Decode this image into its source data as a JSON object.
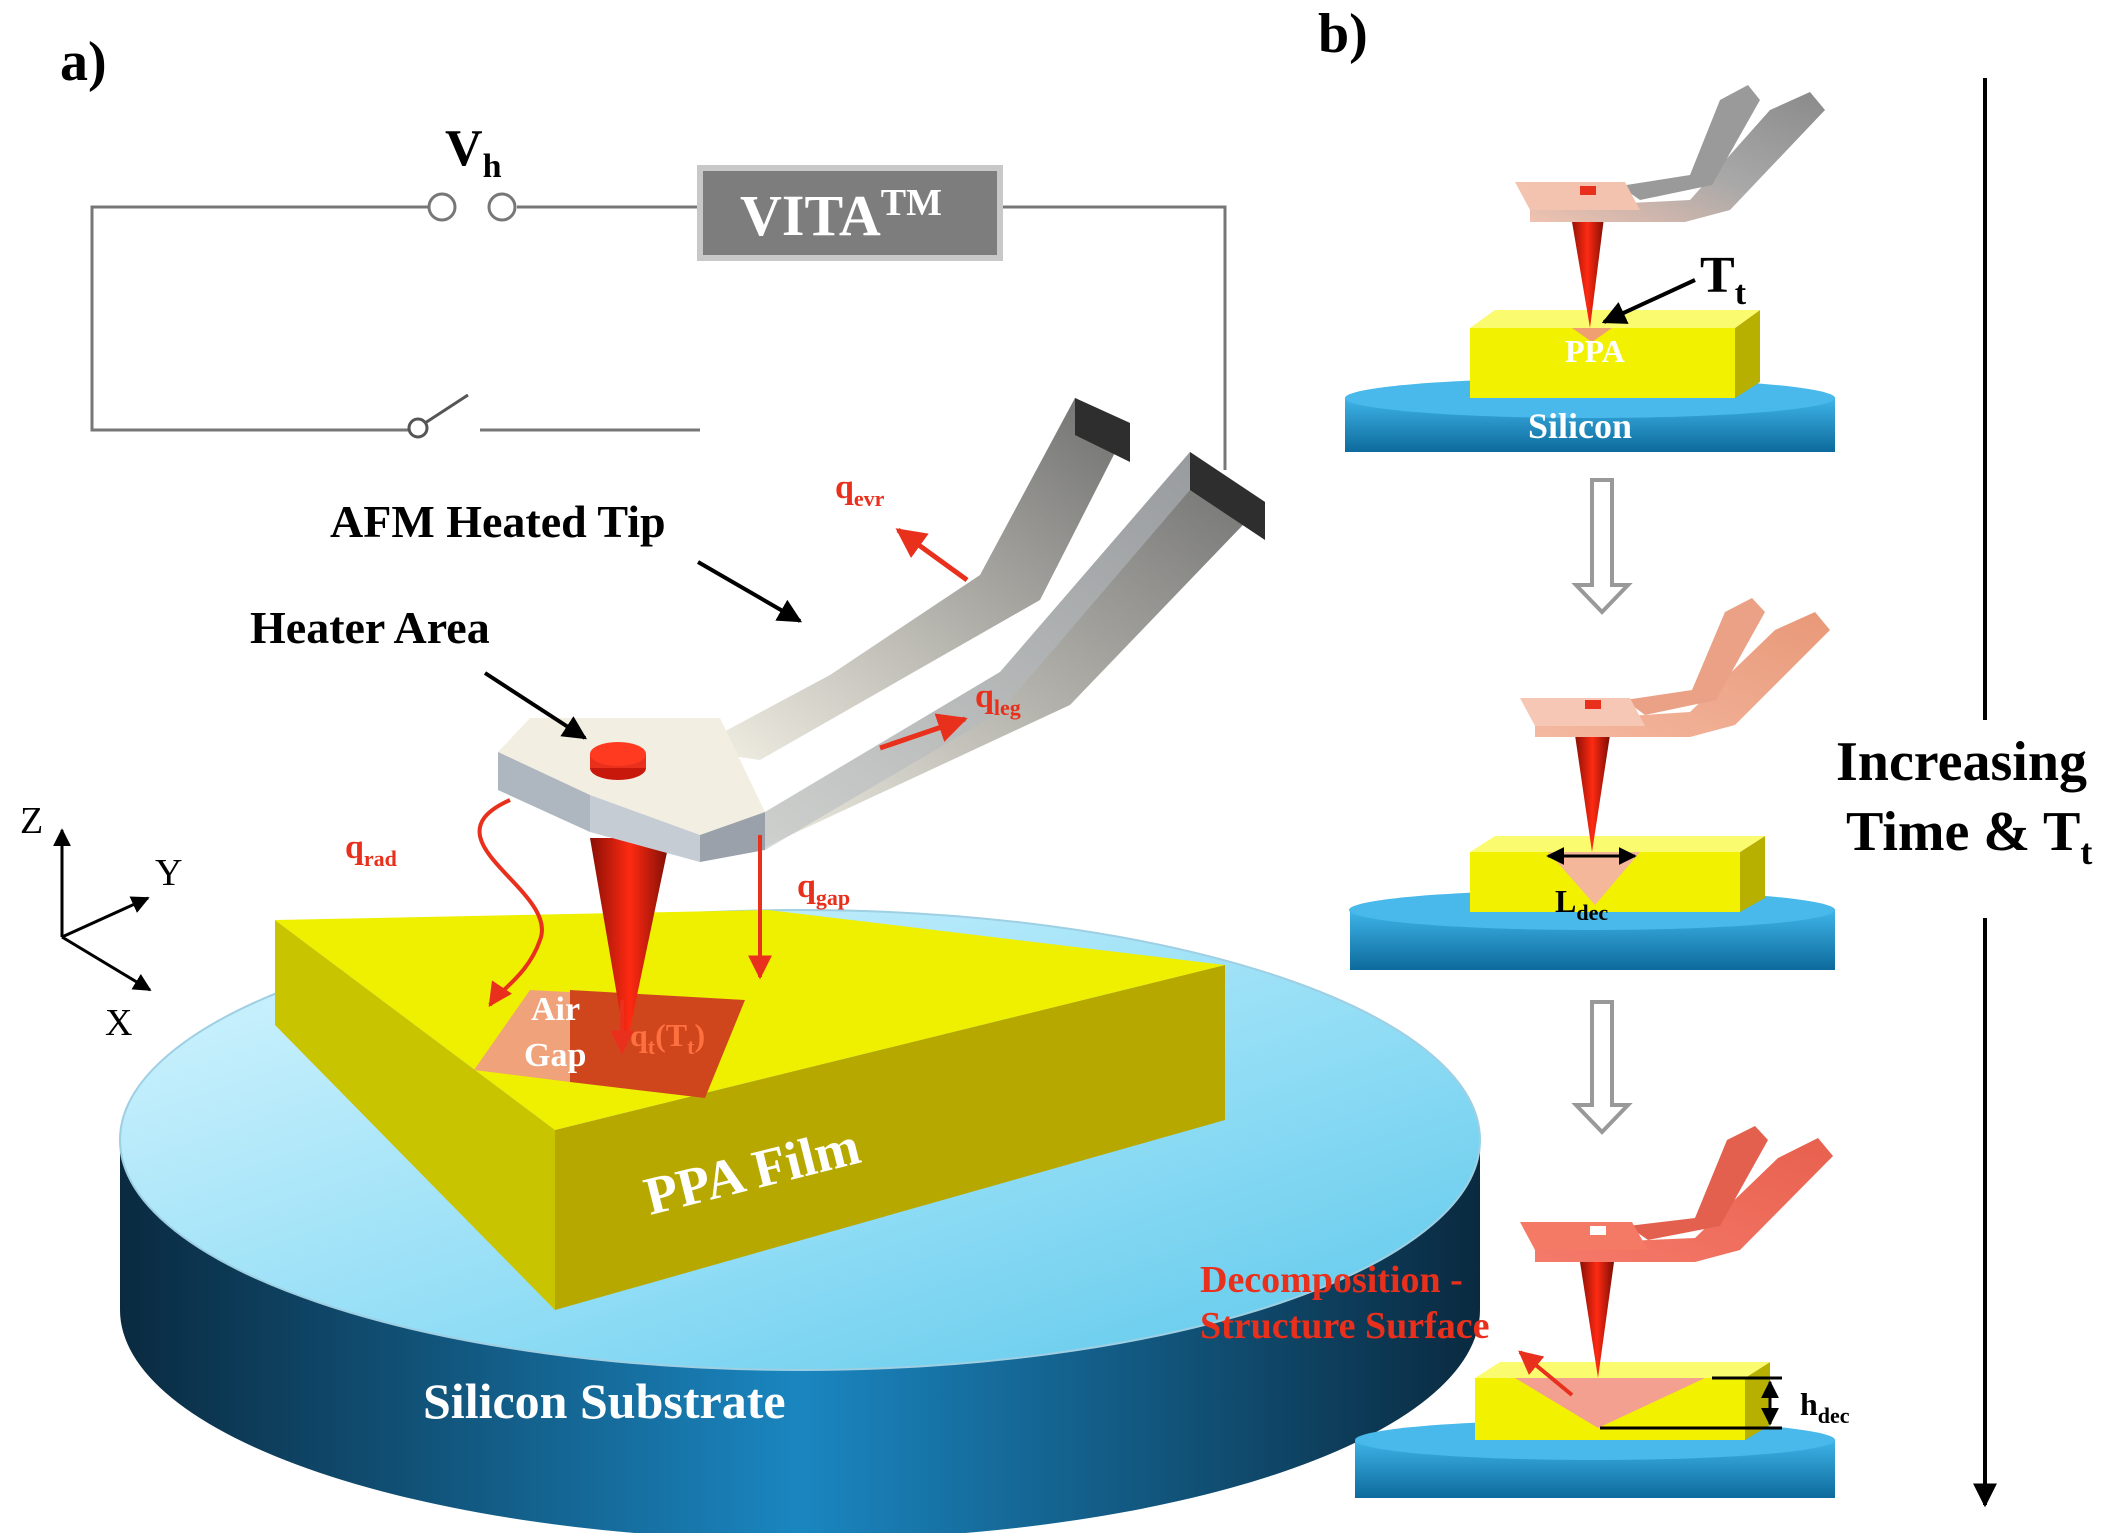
{
  "panel_a": {
    "label": "a)",
    "voltage_main": "V",
    "voltage_sub": "h",
    "instrument_main": "VITA",
    "instrument_sup": "TM",
    "afm_tip_label": "AFM Heated Tip",
    "heater_area_label": "Heater Area",
    "q_evr_main": "q",
    "q_evr_sub": "evr",
    "q_leg_main": "q",
    "q_leg_sub": "leg",
    "q_rad_main": "q",
    "q_rad_sub": "rad",
    "q_gap_main": "q",
    "q_gap_sub": "gap",
    "q_t_main": "q",
    "q_t_sub": "t",
    "q_t_arg": "(T",
    "q_t_arg_sub": "t",
    "q_t_close": ")",
    "air_gap_line1": "Air",
    "air_gap_line2": "Gap",
    "film_label": "PPA Film",
    "substrate_label": "Silicon Substrate",
    "axis_z": "Z",
    "axis_y": "Y",
    "axis_x": "X"
  },
  "panel_b": {
    "label": "b)",
    "tip_temp_main": "T",
    "tip_temp_sub": "t",
    "ppa_label": "PPA",
    "silicon_label": "Silicon",
    "l_dec_main": "L",
    "l_dec_sub": "dec",
    "h_dec_main": "h",
    "h_dec_sub": "dec",
    "decomp_line1": "Decomposition -",
    "decomp_line2": "Structure Surface",
    "increasing_line1": "Increasing",
    "increasing_line2": "Time & T",
    "increasing_sub": "t"
  },
  "colors": {
    "film_yellow": "#e6e600",
    "silicon_blue": "#1a86c0",
    "heat_red": "#e8301c",
    "cantilever_gray": "#7a7a7a"
  }
}
